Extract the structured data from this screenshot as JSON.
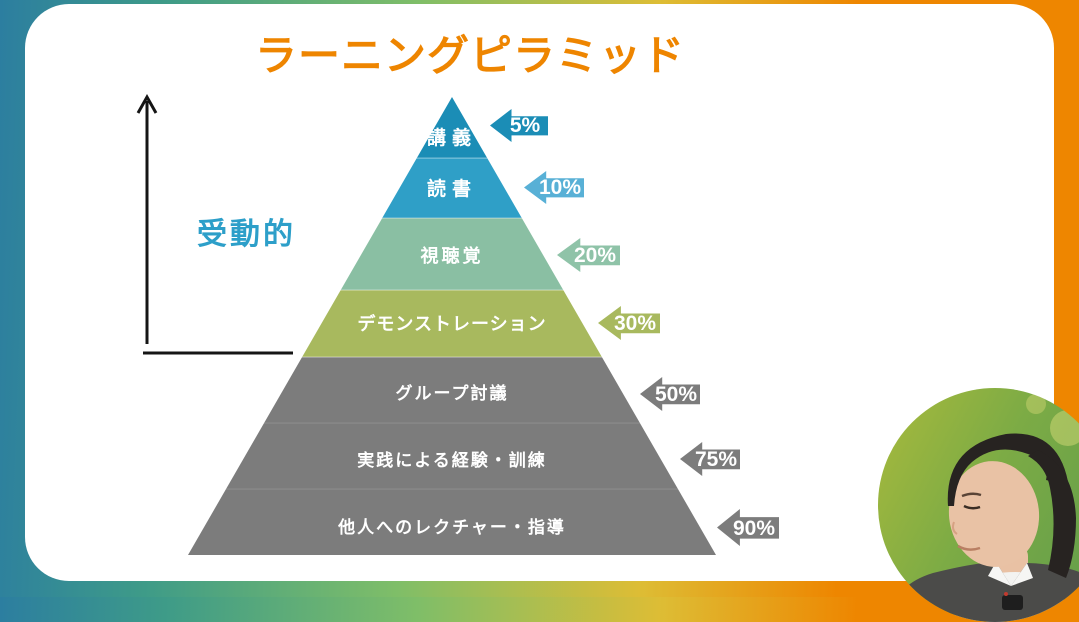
{
  "slide": {
    "title": "ラーニングピラミッド"
  },
  "axis": {
    "label": "受動的"
  },
  "pyramid": {
    "levels": [
      {
        "label": "講義",
        "pct": "5%",
        "band_color": "#1b8db6",
        "arrow_color": "#1b8db6"
      },
      {
        "label": "読書",
        "pct": "10%",
        "band_color": "#2f9fc7",
        "arrow_color": "#58b0d6"
      },
      {
        "label": "視聴覚",
        "pct": "20%",
        "band_color": "#8abfa3",
        "arrow_color": "#8fc3a8"
      },
      {
        "label": "デモンストレーション",
        "pct": "30%",
        "band_color": "#a8b95e",
        "arrow_color": "#a8b95e"
      },
      {
        "label": "グループ討議",
        "pct": "50%",
        "band_color": "#7c7c7c",
        "arrow_color": "#7c7c7c"
      },
      {
        "label": "実践による経験・訓練",
        "pct": "75%",
        "band_color": "#7c7c7c",
        "arrow_color": "#7c7c7c"
      },
      {
        "label": "他人へのレクチャー・指導",
        "pct": "90%",
        "band_color": "#7c7c7c",
        "arrow_color": "#7c7c7c"
      }
    ]
  },
  "colors": {
    "title": "#ee8500",
    "axis_label": "#2d9fc9",
    "frame_gradient": [
      "#2c7ea0",
      "#3e9b88",
      "#7fbe68",
      "#ddbd35",
      "#ee8600"
    ]
  },
  "chart_data": {
    "type": "pyramid",
    "title": "ラーニングピラミッド",
    "categories": [
      "講義",
      "読書",
      "視聴覚",
      "デモンストレーション",
      "グループ討議",
      "実践による経験・訓練",
      "他人へのレクチャー・指導"
    ],
    "values": [
      5,
      10,
      20,
      30,
      50,
      75,
      90
    ],
    "annotations": [
      "受動的 (passive side arrow, top of pyramid)"
    ],
    "legend_position": "none",
    "grid": false
  }
}
